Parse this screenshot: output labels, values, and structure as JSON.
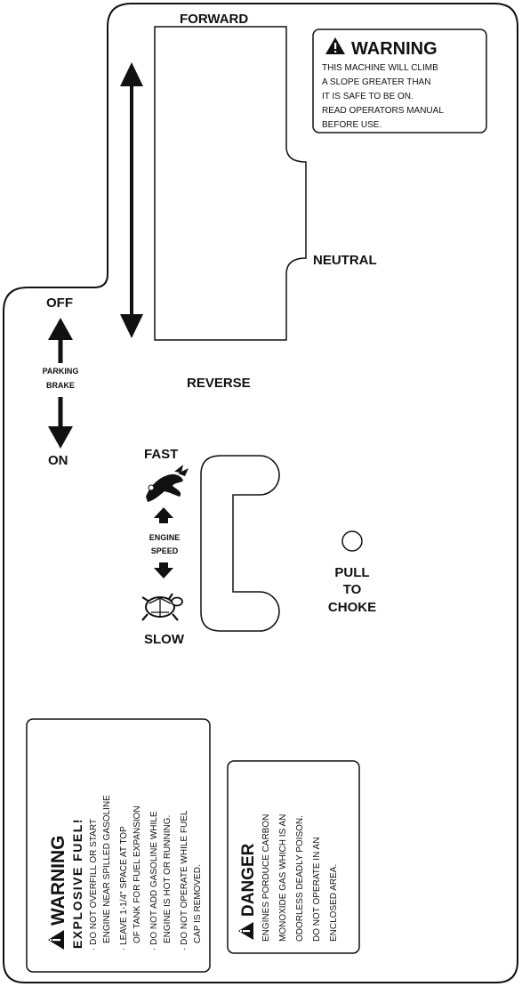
{
  "shift": {
    "forward": "FORWARD",
    "neutral": "NEUTRAL",
    "reverse": "REVERSE"
  },
  "warning_slope": {
    "title": "WARNING",
    "lines": [
      "THIS MACHINE WILL CLIMB",
      "A SLOPE GREATER THAN",
      "IT IS SAFE TO BE ON.",
      "READ OPERATORS MANUAL",
      "BEFORE USE."
    ]
  },
  "parking_brake": {
    "off": "OFF",
    "label_line1": "PARKING",
    "label_line2": "BRAKE",
    "on": "ON"
  },
  "engine_speed": {
    "fast": "FAST",
    "label_line1": "ENGINE",
    "label_line2": "SPEED",
    "slow": "SLOW",
    "fast_icon": "rabbit-icon",
    "slow_icon": "turtle-icon"
  },
  "choke": {
    "line1": "PULL",
    "line2": "TO",
    "line3": "CHOKE"
  },
  "warning_fuel": {
    "title": "WARNING",
    "subtitle": "EXPLOSIVE FUEL!",
    "lines": [
      "· DO NOT OVERFILL OR START",
      "ENGINE NEAR SPILLED GASOLINE",
      "· LEAVE 1-1/4\" SPACE AT TOP",
      "OF TANK FOR FUEL EXPANSION",
      "· DO NOT ADD GASOLINE WHILE",
      "ENGINE IS HOT OR RUNNING.",
      "· DO NOT OPERATE WHILE FUEL",
      "CAP IS REMOVED."
    ]
  },
  "danger": {
    "title": "DANGER",
    "lines": [
      "ENGINES PORDUCE CARBON",
      "MONOXIDE GAS WHICH IS AN",
      "ODORLESS DEADLY POISON.",
      "DO NOT OPERATE IN AN",
      "ENCLOSED AREA."
    ]
  }
}
